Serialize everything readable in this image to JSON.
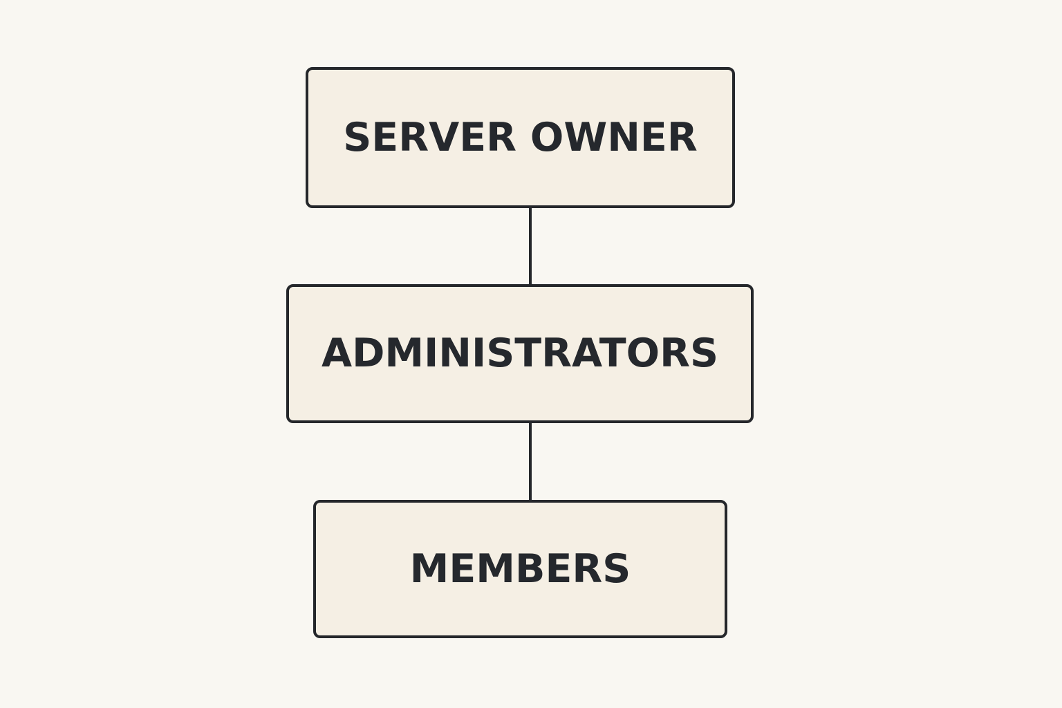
{
  "colors": {
    "background": "#f9f7f2",
    "node_fill": "#f5efe4",
    "node_border": "#25272b",
    "text": "#25282d"
  },
  "diagram": {
    "type": "hierarchy",
    "nodes": [
      {
        "id": "owner",
        "label": "SERVER OWNER"
      },
      {
        "id": "admins",
        "label": "ADMINISTRATORS"
      },
      {
        "id": "members",
        "label": "MEMBERS"
      }
    ],
    "edges": [
      {
        "from": "owner",
        "to": "admins"
      },
      {
        "from": "admins",
        "to": "members"
      }
    ]
  }
}
